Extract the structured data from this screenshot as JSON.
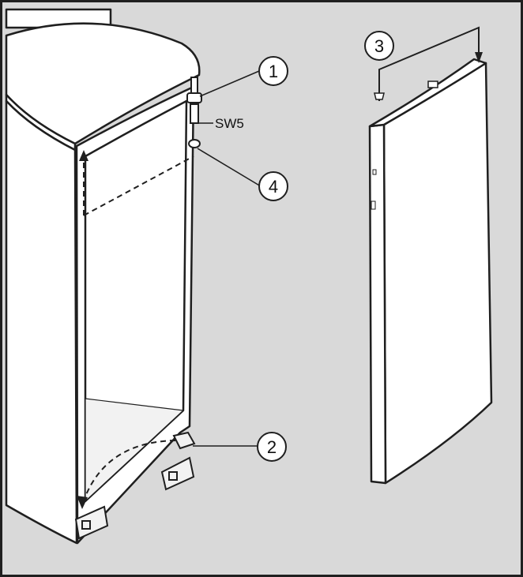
{
  "diagram": {
    "callouts": [
      {
        "id": "1",
        "label": "1"
      },
      {
        "id": "2",
        "label": "2"
      },
      {
        "id": "3",
        "label": "3"
      },
      {
        "id": "4",
        "label": "4"
      }
    ],
    "tool_label": "SW5",
    "colors": {
      "background": "#d9d9d9",
      "panel_fill": "#ffffff",
      "outline": "#1f1f1f",
      "frame": "#1f1f1f"
    }
  }
}
